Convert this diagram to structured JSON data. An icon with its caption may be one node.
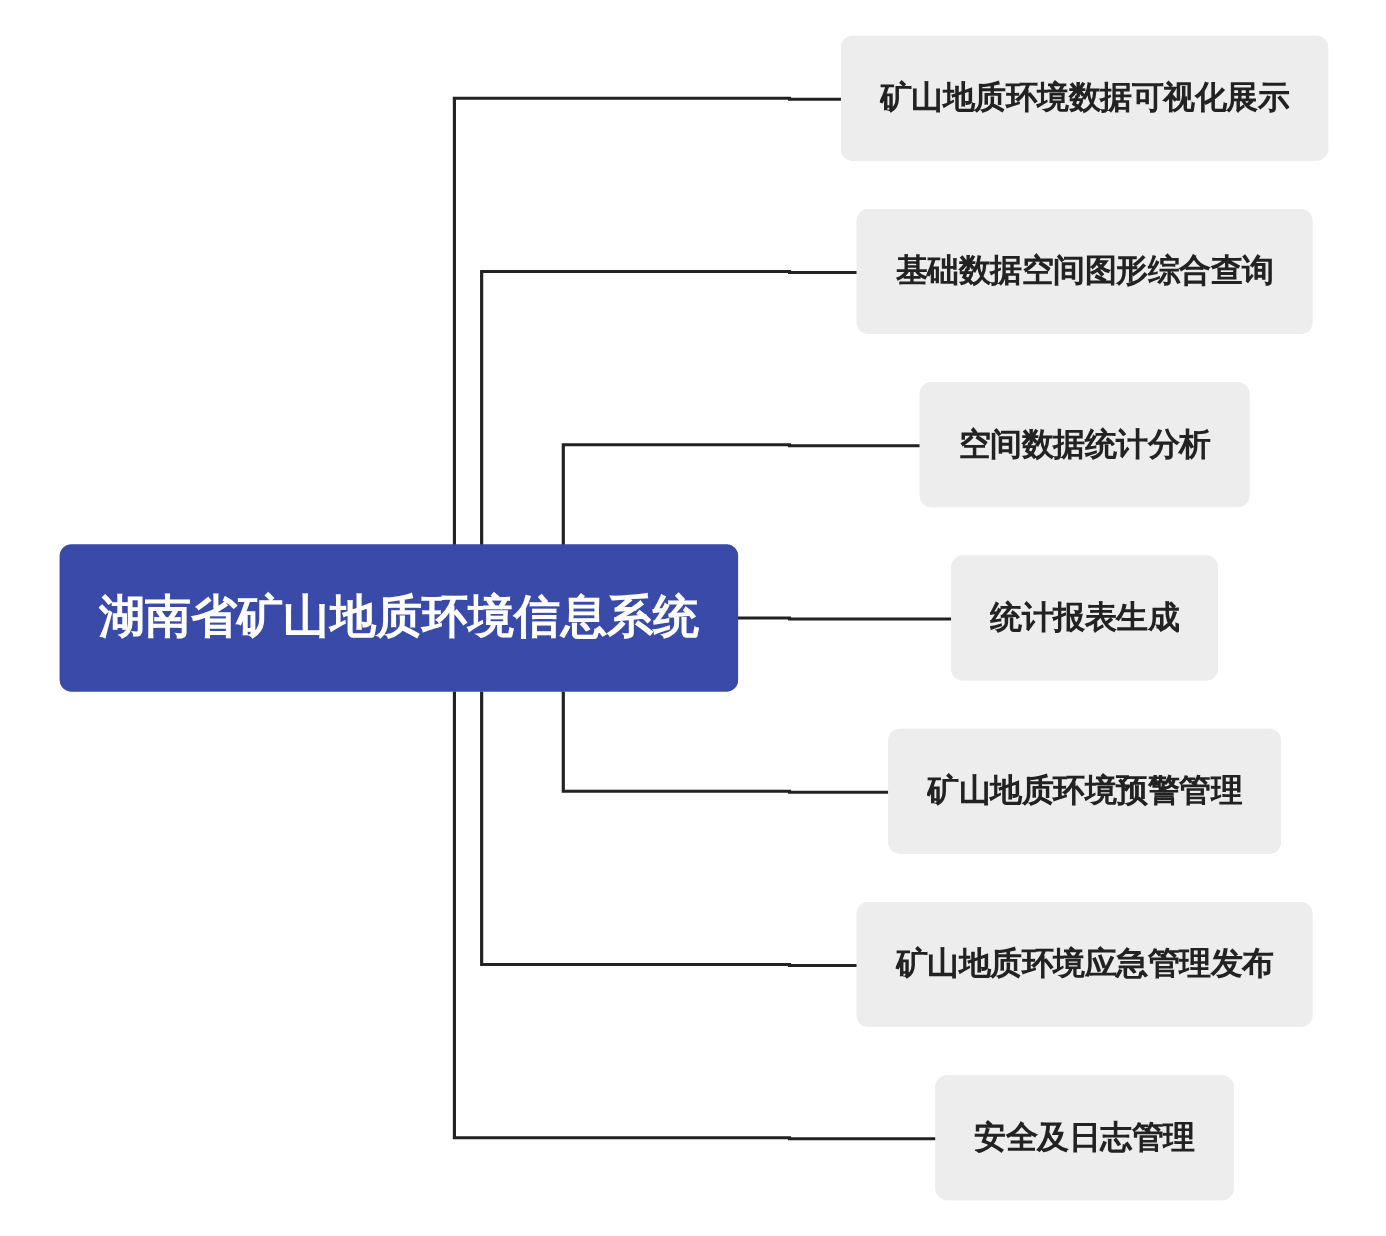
{
  "diagram": {
    "nodes": [
      {
        "text": [
          "湖南省矿山地质环境信息系统"
        ]
      },
      {
        "text": [
          "矿山地质环境数据可视化展示"
        ]
      },
      {
        "text": [
          "基础数据空间图形综合查询"
        ]
      },
      {
        "text": [
          "空间数据统计分析"
        ]
      },
      {
        "text": [
          "统计报表生成"
        ]
      },
      {
        "text": [
          "矿山地质环境预警管理"
        ]
      },
      {
        "text": [
          "矿山地质环境应急管理发布"
        ]
      },
      {
        "text": [
          "安全及日志管理"
        ]
      }
    ],
    "edges": [
      {
        "from": 0,
        "to": 1,
        "arrow": "none"
      },
      {
        "from": 0,
        "to": 2,
        "arrow": "none"
      },
      {
        "from": 0,
        "to": 3,
        "arrow": "none"
      },
      {
        "from": 0,
        "to": 4,
        "arrow": "none"
      },
      {
        "from": 0,
        "to": 5,
        "arrow": "none"
      },
      {
        "from": 0,
        "to": 6,
        "arrow": "none"
      },
      {
        "from": 0,
        "to": 7,
        "arrow": "none"
      }
    ]
  }
}
